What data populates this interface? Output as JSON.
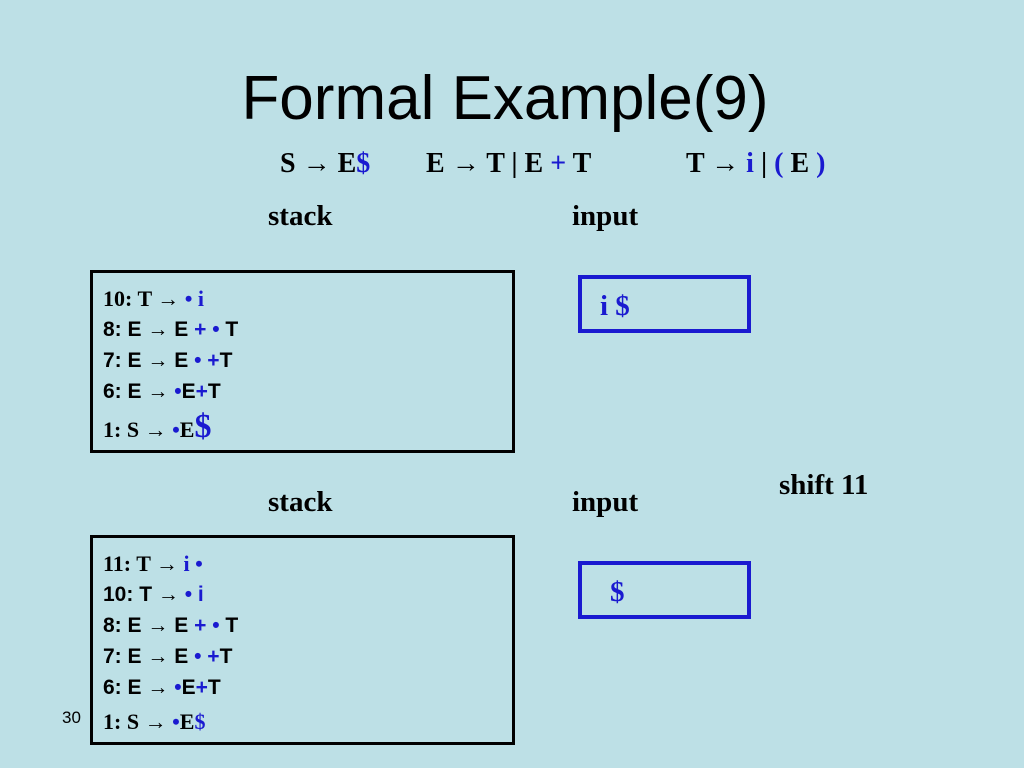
{
  "slide": {
    "title": "Formal Example(9)",
    "page_number": "30",
    "action_note": "shift 11"
  },
  "grammar": {
    "p1": {
      "lhs": "S",
      "arrow": "→",
      "rhs_a": "E",
      "rhs_b": "$"
    },
    "p2": {
      "lhs": "E",
      "arrow": "→",
      "rhs_a": "T | E",
      "plus": "+",
      "rhs_b": "T"
    },
    "p3": {
      "lhs": "T",
      "arrow": "→",
      "alt1": "i",
      "bar": "|",
      "alt2_open": "(",
      "alt2_mid": "E",
      "alt2_close": ")"
    }
  },
  "panel1": {
    "stack_header": "stack",
    "input_header": "input",
    "input_value": "i $",
    "stack_items": [
      {
        "num": "10:",
        "lhs": "T",
        "arrow": "→",
        "dot": "•",
        "rest": "i"
      },
      {
        "num": "8:",
        "lhs": "E",
        "arrow": "→",
        "a": "E",
        "plus": "+",
        "dot": "•",
        "b": "T"
      },
      {
        "num": "7:",
        "lhs": "E",
        "arrow": "→",
        "a": "E",
        "dot": "•",
        "plus": "+",
        "b": "T"
      },
      {
        "num": "6:",
        "lhs": "E",
        "arrow": "→",
        "dot": "•",
        "a": "E",
        "plus": "+",
        "b": "T"
      },
      {
        "num": "1:",
        "lhs": "S",
        "arrow": "→",
        "dot": "•",
        "a": "E",
        "dollar": "$"
      }
    ]
  },
  "panel2": {
    "stack_header": "stack",
    "input_header": "input",
    "input_value": "$",
    "stack_items": [
      {
        "num": "11:",
        "lhs": "T",
        "arrow": "→",
        "a": "i",
        "dot": "•"
      },
      {
        "num": "10:",
        "lhs": "T",
        "arrow": "→",
        "dot": "•",
        "rest": "i"
      },
      {
        "num": "8:",
        "lhs": "E",
        "arrow": "→",
        "a": "E",
        "plus": "+",
        "dot": "•",
        "b": "T"
      },
      {
        "num": "7:",
        "lhs": "E",
        "arrow": "→",
        "a": "E",
        "dot": "•",
        "plus": "+",
        "b": "T"
      },
      {
        "num": "6:",
        "lhs": "E",
        "arrow": "→",
        "dot": "•",
        "a": "E",
        "plus": "+",
        "b": "T"
      },
      {
        "num": "1:",
        "lhs": "S",
        "arrow": "→",
        "dot": "•",
        "a": "E",
        "dollar": "$"
      }
    ]
  },
  "colors": {
    "background": "#bde0e6",
    "accent": "#1a1ad0",
    "text": "#000000"
  }
}
